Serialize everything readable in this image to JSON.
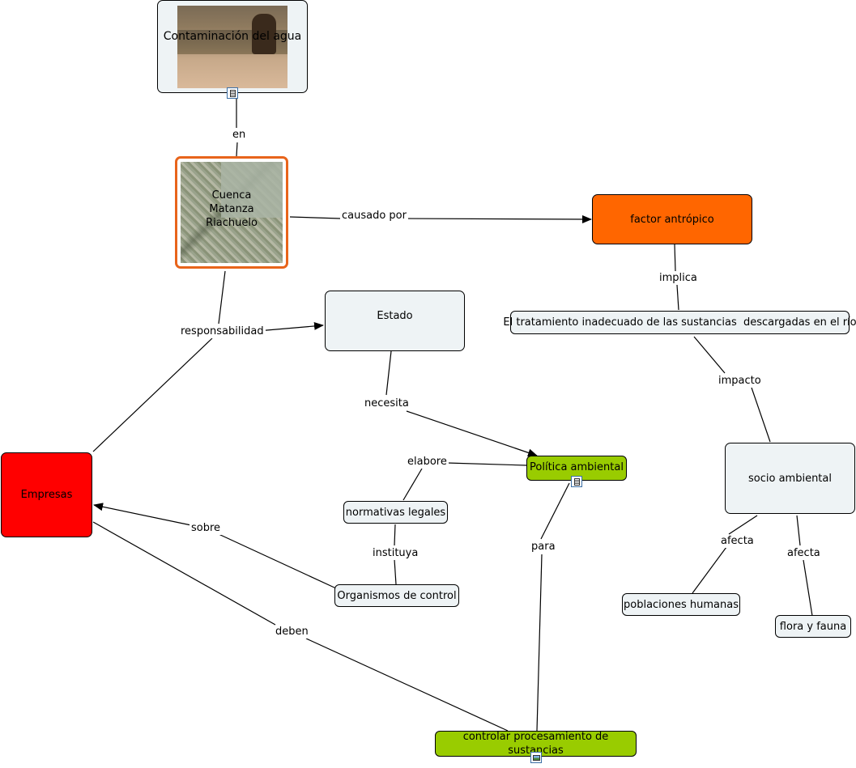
{
  "nodes": {
    "contaminacion": "Contaminación del agua",
    "cuenca": "Cuenca Matanza Riachuelo",
    "factor": "factor antrópico",
    "tratamiento": "El tratamiento inadecuado de las sustancias  descargadas en el río",
    "estado": "Estado",
    "politica": "Política ambiental",
    "empresas": "Empresas",
    "normativas": "normativas legales",
    "organismos": "Organismos de control",
    "socio": "socio ambiental",
    "poblaciones": "poblaciones humanas",
    "flora": "flora y fauna",
    "controlar": "controlar procesamiento de sustancias"
  },
  "links": {
    "en": "en",
    "causado_por": "causado por",
    "implica": "implica",
    "responsabilidad": "responsabilidad",
    "impacto": "impacto",
    "necesita": "necesita",
    "elabore": "elabore",
    "sobre": "sobre",
    "instituya": "instituya",
    "para": "para",
    "afecta_1": "afecta",
    "afecta_2": "afecta",
    "deben": "deben"
  },
  "colors": {
    "default_node": "#eef3f5",
    "factor": "#ff6600",
    "empresas": "#ff0000",
    "green": "#99cc00",
    "cuenca_border": "#e8641b"
  },
  "icons": {
    "resource_doc": "document-icon",
    "resource_img": "image-icon"
  }
}
